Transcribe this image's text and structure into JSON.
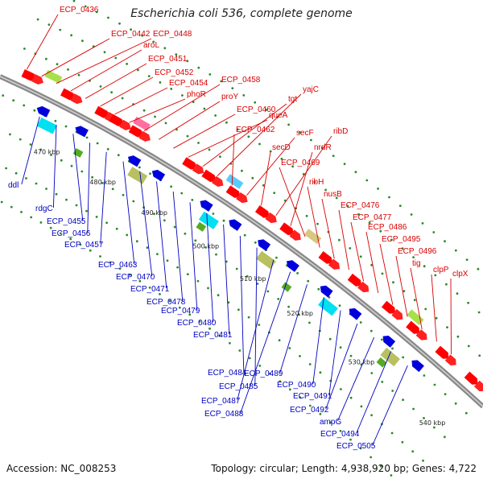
{
  "title": "Escherichia coli 536, complete genome",
  "footer": {
    "accession": "Accession: NC_008253",
    "summary": "Topology: circular; Length: 4,938,920 bp; Genes: 4,722"
  },
  "colors": {
    "forward_label": "#d80000",
    "reverse_label": "#0000c0",
    "backbone": "#888888",
    "tick": "#2a8a2a"
  },
  "kbp_labels": [
    "470 kbp",
    "480 kbp",
    "490 kbp",
    "500 kbp",
    "510 kbp",
    "520 kbp",
    "530 kbp",
    "540 kbp"
  ],
  "forward_genes": [
    "ECP_0436",
    "ECP_0442",
    "ECP_0448",
    "aroL",
    "ECP_0451",
    "ECP_0452",
    "ECP_0454",
    "phoR",
    "ECP_0458",
    "proY",
    "ECP_0460",
    "queA",
    "tgt",
    "yajC",
    "ECP_0462",
    "secF",
    "secD",
    "ribD",
    "nrdR",
    "ECP_0469",
    "ribH",
    "nusB",
    "ECP_0476",
    "ECP_0477",
    "ECP_0486",
    "ECP_0495",
    "ECP_0496",
    "tig",
    "clpP",
    "clpX"
  ],
  "reverse_genes": [
    "ddl",
    "rdgC",
    "ECP_0455",
    "ECP_0456",
    "ECP_0457",
    "ECP_0463",
    "ECP_0470",
    "ECP_0471",
    "ECP_0478",
    "ECP_0479",
    "ECP_0480",
    "ECP_0481",
    "ECP_0484",
    "ECP_0485",
    "ECP_0487",
    "ECP_0488",
    "ECP_0489",
    "ECP_0490",
    "ECP_0491",
    "ECP_0492",
    "ampG",
    "ECP_0494",
    "ECP_0505"
  ]
}
